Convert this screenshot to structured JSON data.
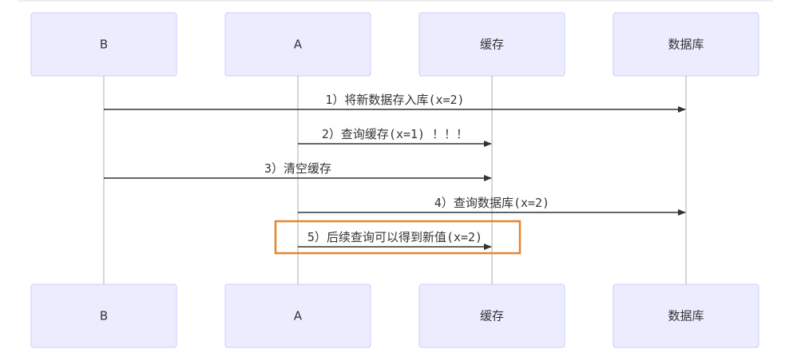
{
  "actors": [
    {
      "id": "B",
      "label": "B"
    },
    {
      "id": "A",
      "label": "A"
    },
    {
      "id": "cache",
      "label": "缓存"
    },
    {
      "id": "db",
      "label": "数据库"
    }
  ],
  "messages": [
    {
      "from": "B",
      "to": "db",
      "text": "1）将新数据存入库(x=2)"
    },
    {
      "from": "A",
      "to": "cache",
      "text": "2）查询缓存(x=1) ！！！"
    },
    {
      "from": "B",
      "to": "cache",
      "text": "3）清空缓存"
    },
    {
      "from": "A",
      "to": "db",
      "text": "4）查询数据库(x=2)"
    },
    {
      "from": "A",
      "to": "cache",
      "text": "5）后续查询可以得到新值(x=2)",
      "highlight": true
    }
  ],
  "colors": {
    "actor_fill": "#ECECFF",
    "actor_stroke": "#CCCCFF",
    "line": "#333333",
    "highlight": "#E8852B"
  }
}
